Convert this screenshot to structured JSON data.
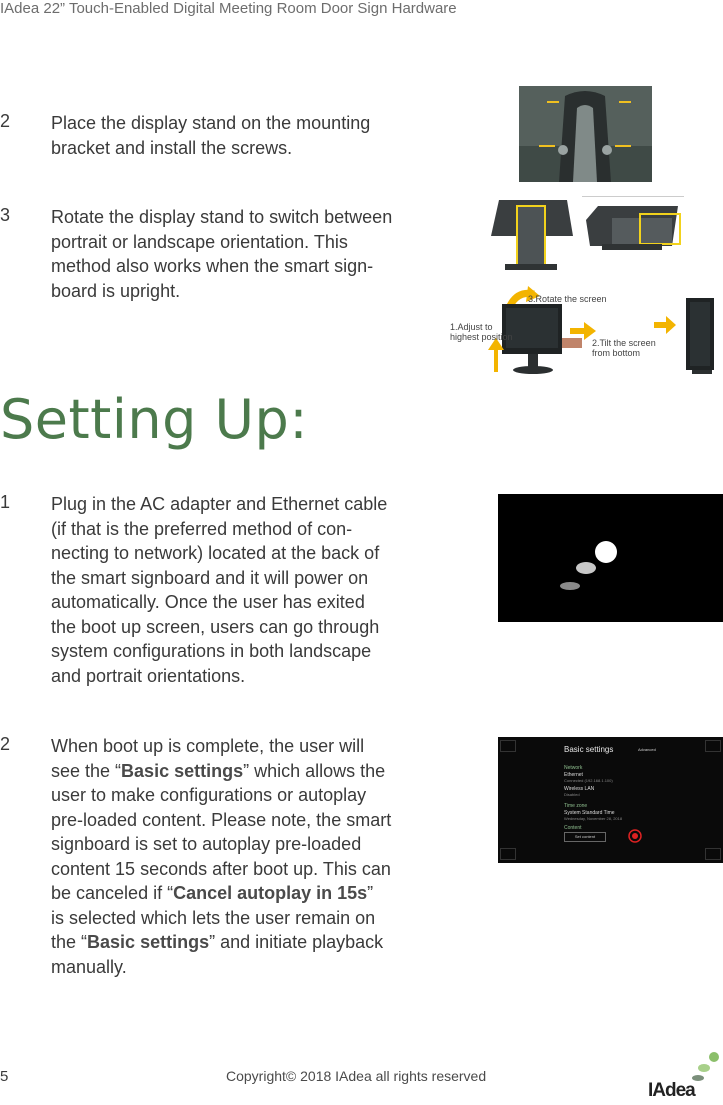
{
  "header": {
    "title": "IAdea 22” Touch-Enabled Digital Meeting Room Door Sign Hardware"
  },
  "steps_top": [
    {
      "num": "2",
      "lines": [
        "Place the display stand on the mounting",
        "bracket and install the screws."
      ]
    },
    {
      "num": "3",
      "lines": [
        "Rotate the display stand to switch between",
        "portrait or landscape orientation. This",
        "method also works when the smart sign-",
        "board is upright."
      ]
    }
  ],
  "rotation_figure": {
    "label_rotate": "3.Rotate the screen",
    "label_adjust_1": "1.Adjust to",
    "label_adjust_2": "highest position",
    "label_tilt_1": "2.Tilt the screen",
    "label_tilt_2": "from bottom"
  },
  "section": {
    "heading": "Setting Up:"
  },
  "steps_setup": [
    {
      "num": "1",
      "lines": [
        "Plug in the AC adapter and Ethernet cable",
        "(if that is the preferred method of con-",
        "necting to network) located at the back of",
        "the smart signboard and it will power on",
        "automatically. Once the user has exited",
        "the boot up screen, users can go through",
        "system configurations in both landscape",
        "and portrait orientations."
      ]
    },
    {
      "num": "2",
      "l1": "When boot up is complete, the user will",
      "l2a": "see the “",
      "l2b": "Basic settings",
      "l2c": "” which allows the",
      "l3": "user to make configurations or autoplay",
      "l4": "pre-loaded content. Please note, the smart",
      "l5": "signboard is set to autoplay pre-loaded",
      "l6": "content 15 seconds after boot up. This can",
      "l7a": "be canceled if “",
      "l7b": "Cancel autoplay in 15s",
      "l7c": "”",
      "l8": "is selected which lets the user remain on",
      "l9a": "the “",
      "l9b": "Basic settings",
      "l9c": "” and initiate playback",
      "l10": "manually."
    }
  ],
  "settings_screen": {
    "title": "Basic settings",
    "btn": "Advanced",
    "network": "Network",
    "ethernet": "Ethernet",
    "ethernet_sub": "Connected (192.168.1.100)",
    "wireless": "Wireless LAN",
    "wireless_sub": "Disabled",
    "time_zone": "Time zone",
    "tz_value": "System Standard Time",
    "tz_sub": "Wednesday, November 28, 2018",
    "content": "Content",
    "content_btn": "Set content"
  },
  "footer": {
    "page": "5",
    "copyright": "Copyright© 2018 IAdea all rights reserved",
    "logo": "IAdea"
  },
  "colors": {
    "heading_green": "#4c7a4c",
    "logo_green": "#8bbf6a"
  }
}
